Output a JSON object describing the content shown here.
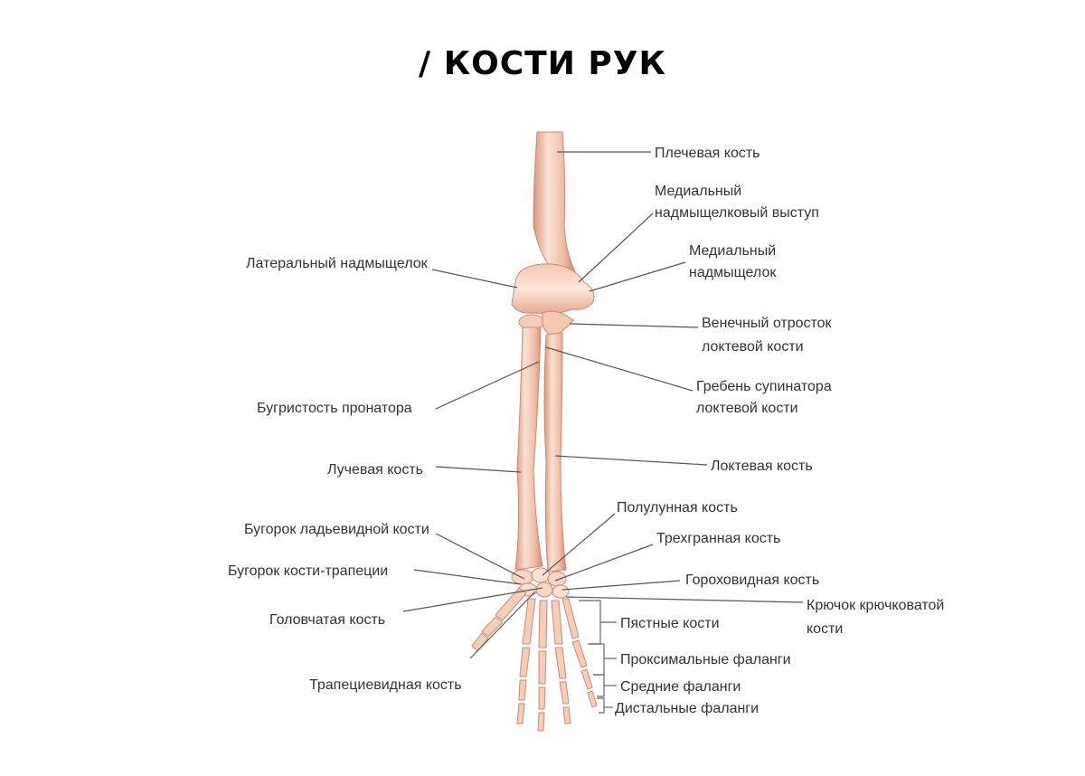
{
  "title": "/ КОСТИ РУК",
  "colors": {
    "bone": "#f2bfa7",
    "bone_light": "#fbe1d2",
    "bone_dark": "#d99a80",
    "leader": "#555555",
    "text": "#333333"
  },
  "labels": {
    "humerus": "Плечевая кость",
    "medial_epicondyle_ridge_1": "Медиальный",
    "medial_epicondyle_ridge_2": "надмыщелковый выступ",
    "lateral_epicondyle": "Латеральный надмыщелок",
    "medial_epicondyle_1": "Медиальный",
    "medial_epicondyle_2": "надмыщелок",
    "coronoid_1": "Венечный отросток",
    "coronoid_2": "локтевой кости",
    "pronator_tuberosity": "Бугристость пронатора",
    "supinator_crest_1": "Гребень супинатора",
    "supinator_crest_2": "локтевой кости",
    "radius": "Лучевая кость",
    "ulna": "Локтевая кость",
    "lunate": "Полулунная кость",
    "scaphoid_tubercle": "Бугорок ладьевидной кости",
    "triquetrum": "Трехгранная кость",
    "trapezium_tubercle": "Бугорок кости-трапеции",
    "pisiform": "Гороховидная кость",
    "capitate": "Головчатая кость",
    "hamate_hook_1": "Крючок крючковатой",
    "hamate_hook_2": "кости",
    "metacarpals": "Пястные кости",
    "proximal_phalanges": "Проксимальные фаланги",
    "trapezoid": "Трапециевидная кость",
    "middle_phalanges": "Средние фаланги",
    "distal_phalanges": "Дистальные фаланги"
  }
}
